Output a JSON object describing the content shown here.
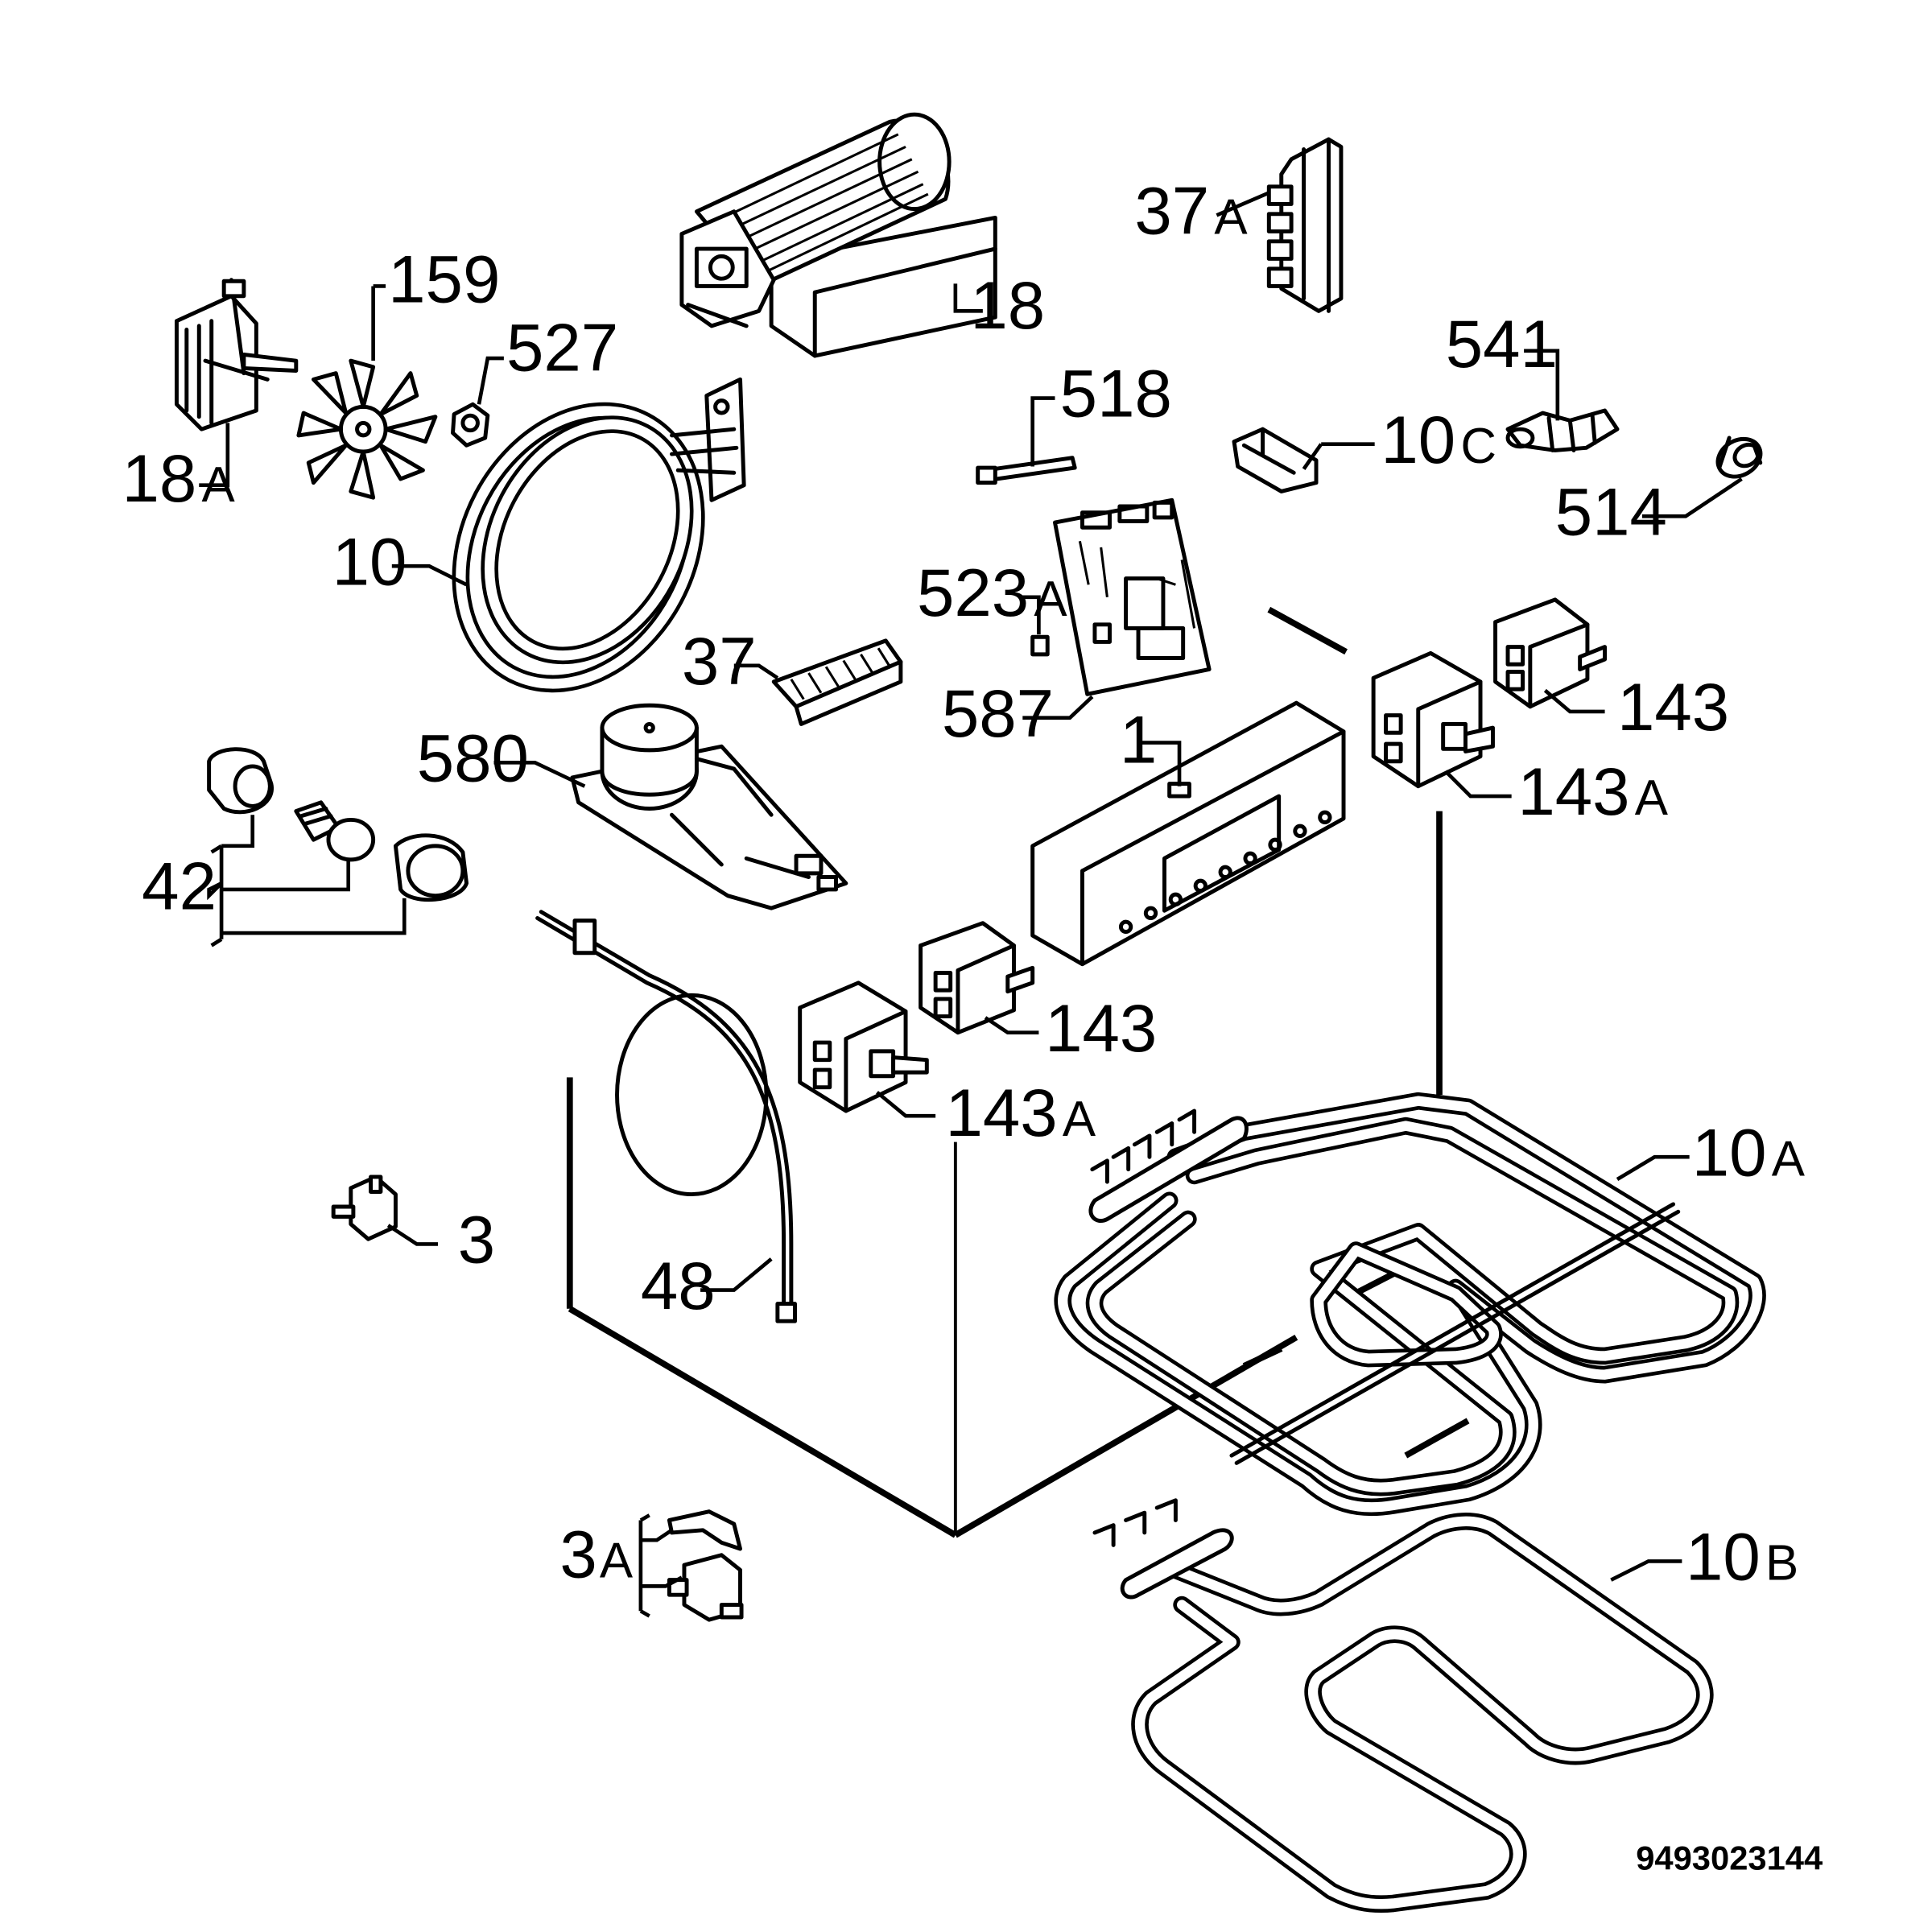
{
  "labels": {
    "p1": "1",
    "p3": "3",
    "p3a_num": "3",
    "p3a_suf": "A",
    "p10": "10",
    "p10a_num": "10",
    "p10a_suf": "A",
    "p10b_num": "10",
    "p10b_suf": "B",
    "p10c_num": "10",
    "p10c_suf": "C",
    "p18": "18",
    "p18a_num": "18",
    "p18a_suf": "A",
    "p37": "37",
    "p37a_num": "37",
    "p37a_suf": "A",
    "p42": "42",
    "p48": "48",
    "p143_left": "143",
    "p143_right": "143",
    "p143a_left_num": "143",
    "p143a_left_suf": "A",
    "p143a_right_num": "143",
    "p143a_right_suf": "A",
    "p159": "159",
    "p514": "514",
    "p518": "518",
    "p523a_num": "523",
    "p523a_suf": "A",
    "p527": "527",
    "p541": "541",
    "p580": "580",
    "p587": "587"
  },
  "document_number": "9493023144"
}
